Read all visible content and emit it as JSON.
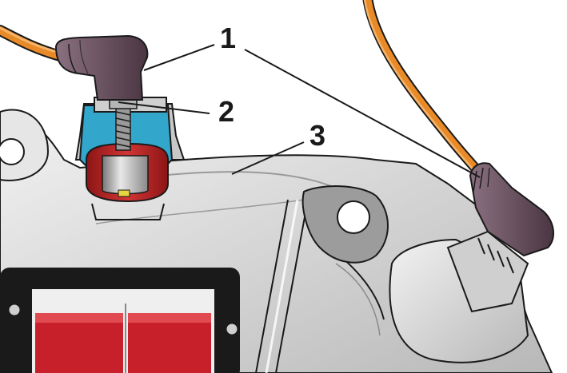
{
  "callouts": [
    {
      "id": "1",
      "label": "1"
    },
    {
      "id": "2",
      "label": "2"
    },
    {
      "id": "3",
      "label": "3"
    }
  ],
  "colors": {
    "wire": "#e98a28",
    "wire_dark": "#b55e14",
    "boot": "#6b5461",
    "boot_dark": "#4a3542",
    "housing": "#d9d9d9",
    "housing_light": "#eeeeee",
    "housing_dark": "#9a9a9a",
    "insulator_blue": "#33a6cc",
    "terminal_red": "#c02a2a",
    "outline": "#1a1a1a"
  }
}
